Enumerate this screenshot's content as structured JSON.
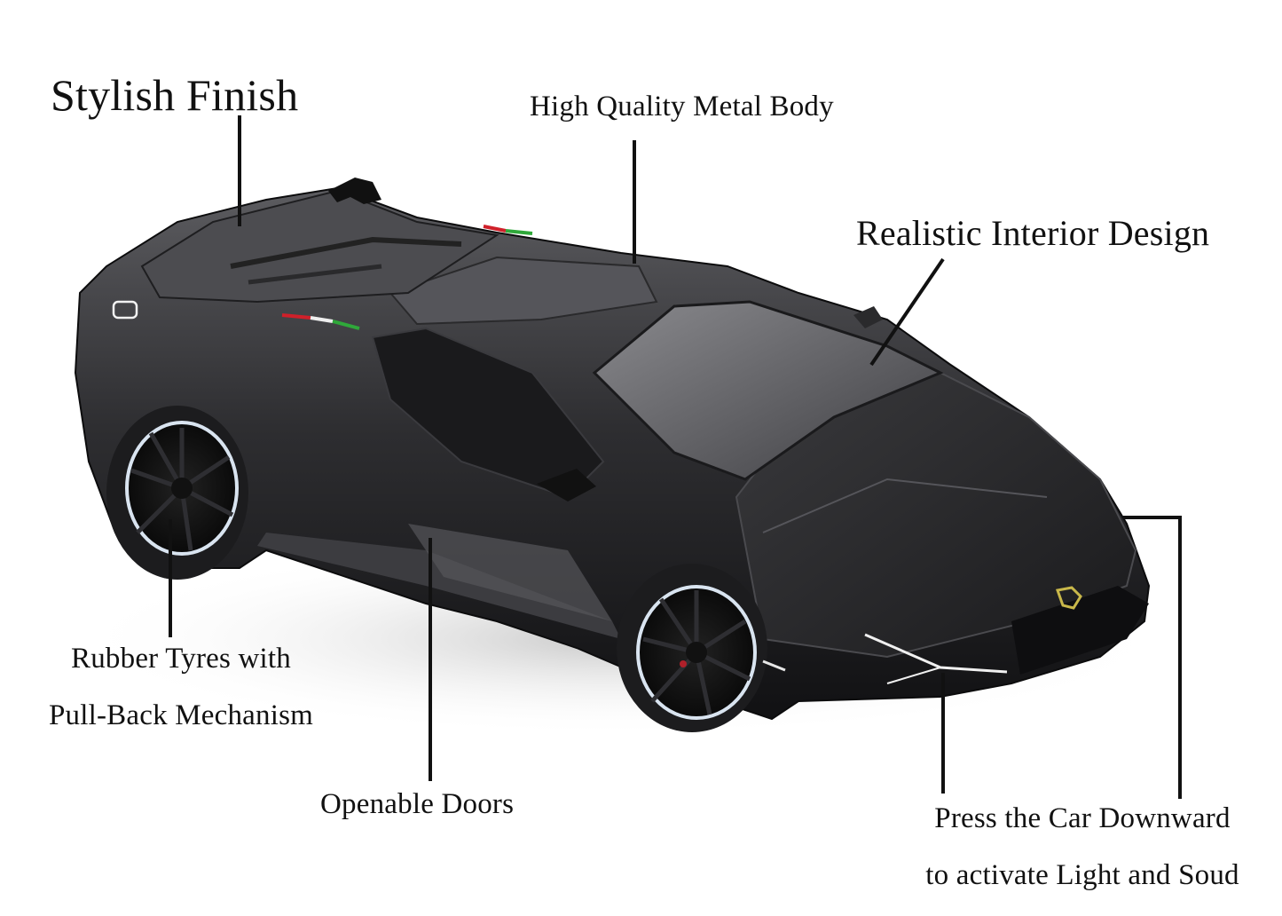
{
  "infographic": {
    "subject": "Black toy sports car (die-cast model)",
    "colors": {
      "background": "#ffffff",
      "text": "#111111",
      "callout_line": "#111111",
      "car_body": "#2a2a2c",
      "car_body_highlight": "#5a5a5e",
      "glass": "#6e6e72",
      "rim_accent": "#d9e4f0",
      "badge_gold": "#c9b84a",
      "flag_red": "#d0202a",
      "flag_green": "#2fa83a"
    },
    "callouts": [
      {
        "id": "stylish-finish",
        "text": "Stylish Finish"
      },
      {
        "id": "metal-body",
        "text": "High Quality Metal Body"
      },
      {
        "id": "interior",
        "text": "Realistic Interior Design"
      },
      {
        "id": "tyres",
        "lines": [
          "Rubber Tyres with",
          "Pull-Back Mechanism"
        ]
      },
      {
        "id": "doors",
        "text": "Openable Doors"
      },
      {
        "id": "light-sound",
        "lines": [
          "Press the Car Downward",
          "to activate Light and Soud"
        ]
      }
    ],
    "icons": {
      "badge": "bull-shield-badge-icon",
      "side_logo": "eb-logo-icon"
    }
  }
}
